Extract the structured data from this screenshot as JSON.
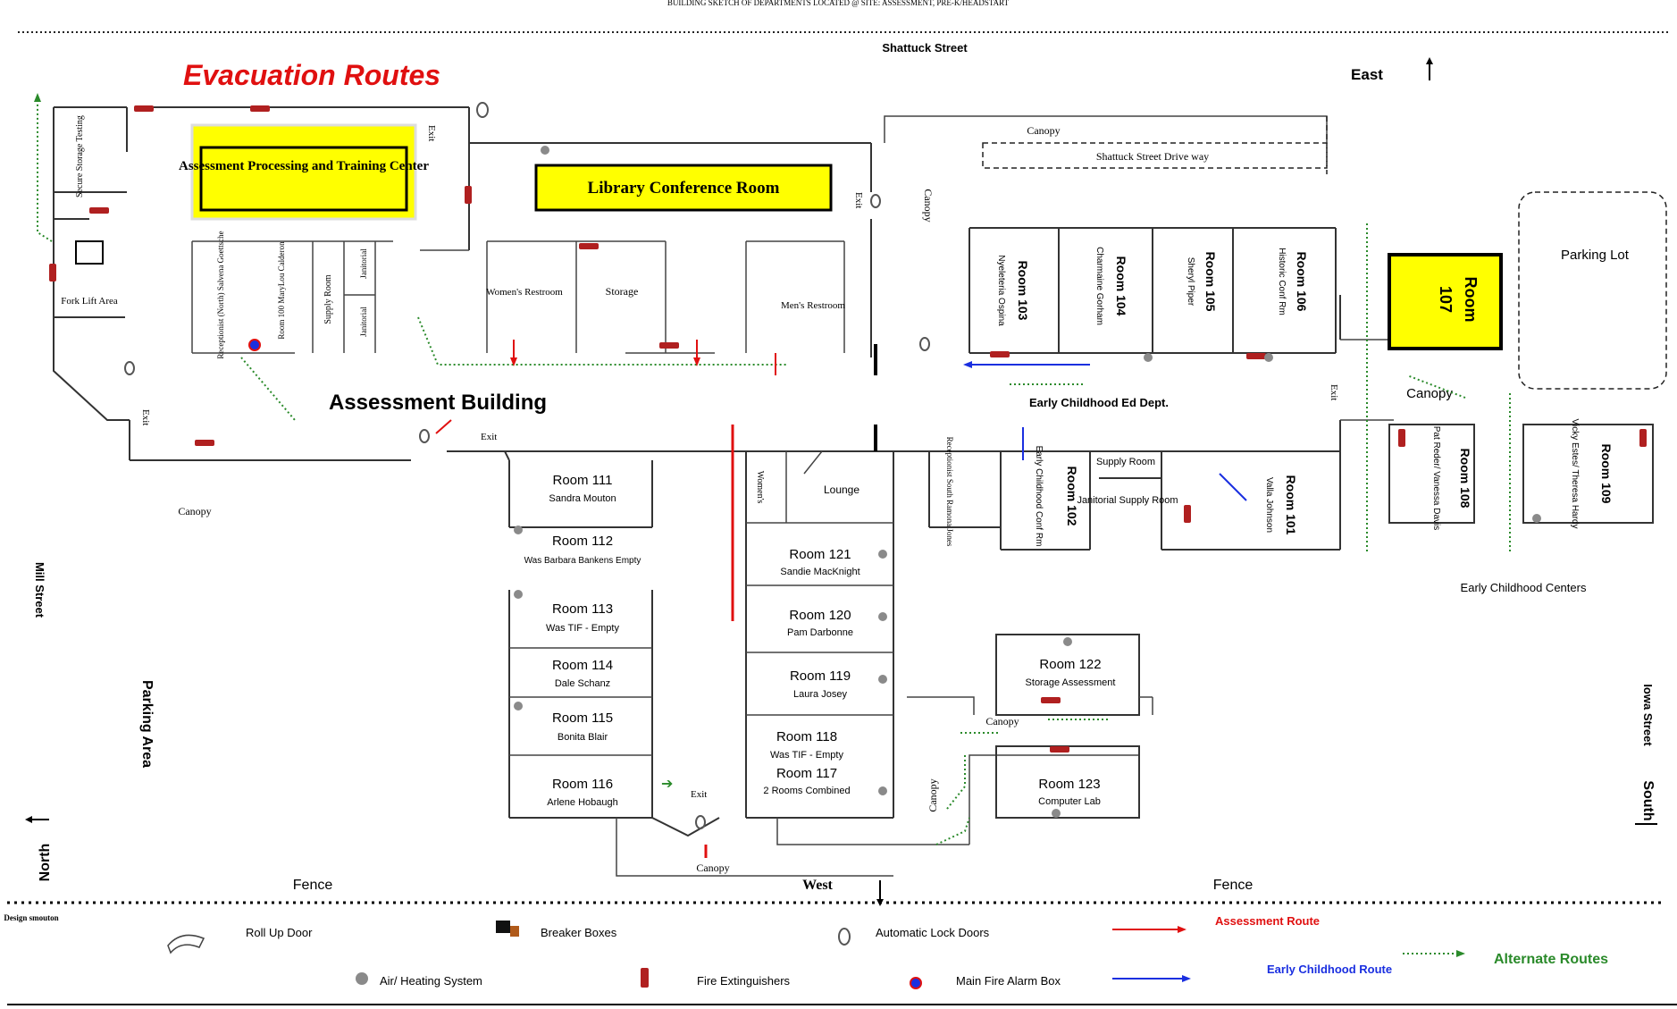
{
  "header": {
    "top_caption": "BUILDING SKETCH OF DEPARTMENTS LOCATED @ SITE: ASSESSMENT, PRE-K/HEADSTART",
    "title": "Evacuation Routes"
  },
  "streets": {
    "north_street": "Shattuck Street",
    "west_street": "Mill Street",
    "east_street": "Iowa Street",
    "driveway": "Shattuck Street Drive way"
  },
  "compass": {
    "east": "East",
    "north": "North",
    "south": "South",
    "west": "West"
  },
  "areas": {
    "parking_area": "Parking Area",
    "parking_lot": "Parking Lot",
    "fence_left": "Fence",
    "fence_right": "Fence",
    "early_childhood_centers": "Early Childhood Centers",
    "assessment_building": "Assessment Building",
    "early_childhood_dept": "Early Childhood Ed Dept.",
    "canopy_top": "Canopy",
    "canopy_left": "Canopy",
    "canopy_right": "Canopy",
    "canopy_mid": "Canopy",
    "canopy_bottom": "Canopy",
    "canopy_vertical": "Canopy",
    "canopy_vertical2": "Canopy",
    "design_credit": "Design smouton"
  },
  "highlighted_rooms": {
    "assessment_center": "Assessment Processing and Training Center",
    "library": "Library Conference Room",
    "room_107_name": "Room",
    "room_107_num": "107"
  },
  "rooms": {
    "secure_storage": "Secure Storage Testing",
    "fork_lift": "Fork Lift Area",
    "receptionist_north": "Receptionist (North) Salvena Goettsche",
    "room_100": "Room 100 MaryLou Calderon",
    "supply_room": "Supply Room",
    "janitorial_a": "Janitorial",
    "janitorial_b": "Janitorial",
    "womens_restroom": "Women's Restroom",
    "storage": "Storage",
    "mens_restroom": "Men's Restroom",
    "room_103": "Room 103",
    "room_103_name": "Nyeleteria Ospina",
    "room_104": "Room 104",
    "room_104_name": "Charmaine Gorham",
    "room_105": "Room 105",
    "room_105_name": "Sheryl Piper",
    "room_106": "Room 106",
    "room_106_name": "Historic Conf Rm",
    "room_101": "Room 101",
    "room_101_name": "Valla Johnson",
    "room_102": "Room 102",
    "room_102_name": "Early Childhood Conf Rm",
    "receptionist_south": "Receptionist South Ramona Jones",
    "supply_room_2": "Supply Room",
    "janitorial_supply": "Janitorial Supply Room",
    "room_108": "Room 108",
    "room_108_name": "Pat Reder/ Vanessa Davis",
    "room_109": "Room 109",
    "room_109_name": "Vicky Estes/ Theresa Hardy",
    "room_111": "Room 111",
    "room_111_name": "Sandra Mouton",
    "room_112": "Room 112",
    "room_112_name": "Was Barbara Bankens Empty",
    "room_113": "Room 113",
    "room_113_name": "Was TIF - Empty",
    "room_114": "Room 114",
    "room_114_name": "Dale Schanz",
    "room_115": "Room 115",
    "room_115_name": "Bonita Blair",
    "room_116": "Room 116",
    "room_116_name": "Arlene Hobaugh",
    "womens": "Women's",
    "lounge": "Lounge",
    "room_121": "Room 121",
    "room_121_name": "Sandie MacKnight",
    "room_120": "Room 120",
    "room_120_name": "Pam Darbonne",
    "room_119": "Room 119",
    "room_119_name": "Laura Josey",
    "room_118": "Room 118",
    "room_118_name": "Was TIF - Empty",
    "room_117": "Room 117",
    "room_117_name": "2 Rooms Combined",
    "room_122": "Room 122",
    "room_122_name": "Storage Assessment",
    "room_123": "Room 123",
    "room_123_name": "Computer Lab"
  },
  "exits": {
    "exit_1": "Exit",
    "exit_2": "Exit",
    "exit_3": "Exit",
    "exit_4": "Exit",
    "exit_5": "Exit",
    "exit_6": "Exit"
  },
  "legend": {
    "roll_up_door": "Roll Up Door",
    "breaker_boxes": "Breaker Boxes",
    "auto_lock_doors": "Automatic Lock Doors",
    "assessment_route": "Assessment Route",
    "alternate_routes": "Alternate Routes",
    "early_childhood_route": "Early Childhood Route",
    "air_heating": "Air/ Heating System",
    "fire_extinguishers": "Fire Extinguishers",
    "fire_alarm_box": "Main Fire Alarm Box"
  },
  "colors": {
    "highlight": "#ffff00",
    "assessment_route": "#e01010",
    "early_childhood_route": "#1a2fe0",
    "alternate_route": "#2a8a2a",
    "title": "#e01010"
  }
}
